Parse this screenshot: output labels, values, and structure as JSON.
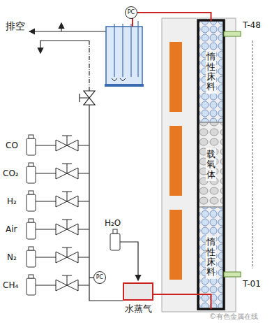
{
  "diagram": {
    "nodes": [
      {
        "text": [
          "PC"
        ]
      },
      {
        "text": [
          "惰性床料"
        ]
      },
      {
        "text": [
          "载氧体"
        ]
      },
      {
        "text": [
          "惰性床料"
        ]
      },
      {
        "text": [
          "PC"
        ]
      },
      {
        "text": [
          "水蒸气"
        ]
      }
    ],
    "edges": [
      {
        "from": 1,
        "to": 0,
        "arrow": "none"
      },
      {
        "from": 5,
        "to": 3,
        "arrow": "none"
      }
    ],
    "labels": [
      "排空",
      "CO",
      "CO₂",
      "H₂",
      "Air",
      "N₂",
      "CH₄",
      "H₂O",
      "T-48",
      "T-01",
      "©有色金属在线"
    ]
  }
}
